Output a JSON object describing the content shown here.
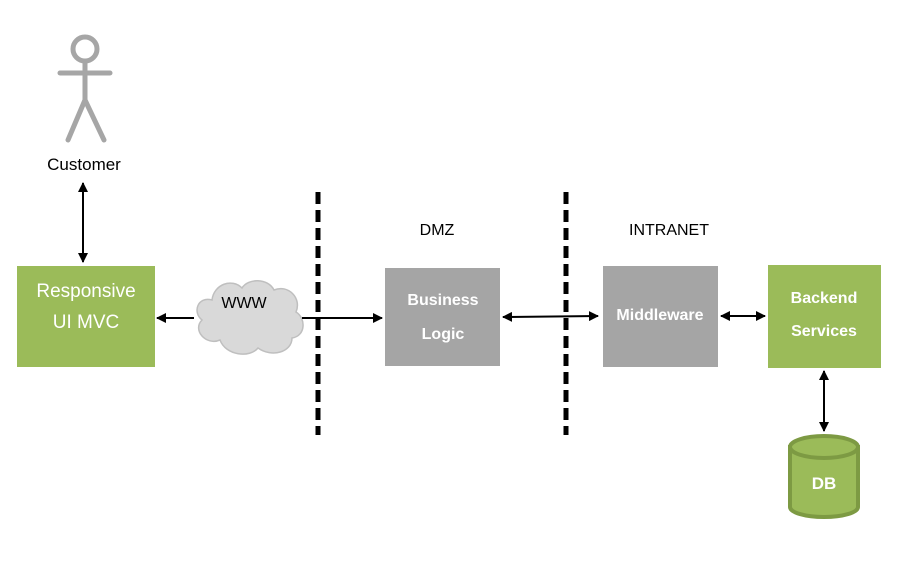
{
  "actor": {
    "label": "Customer"
  },
  "zones": {
    "dmz": "DMZ",
    "intranet": "INTRANET"
  },
  "nodes": {
    "ui": {
      "line1": "Responsive",
      "line2": "UI MVC"
    },
    "internet": {
      "label": "WWW"
    },
    "business_logic": {
      "line1": "Business",
      "line2": "Logic"
    },
    "middleware": {
      "label": "Middleware"
    },
    "backend": {
      "line1": "Backend",
      "line2": "Services"
    },
    "db": {
      "label": "DB"
    }
  },
  "colors": {
    "green": "#9bbb59",
    "green_dark": "#7d9a43",
    "gray": "#a5a5a5",
    "cloud": "#d9d9d9",
    "actor": "#a6a6a6"
  }
}
